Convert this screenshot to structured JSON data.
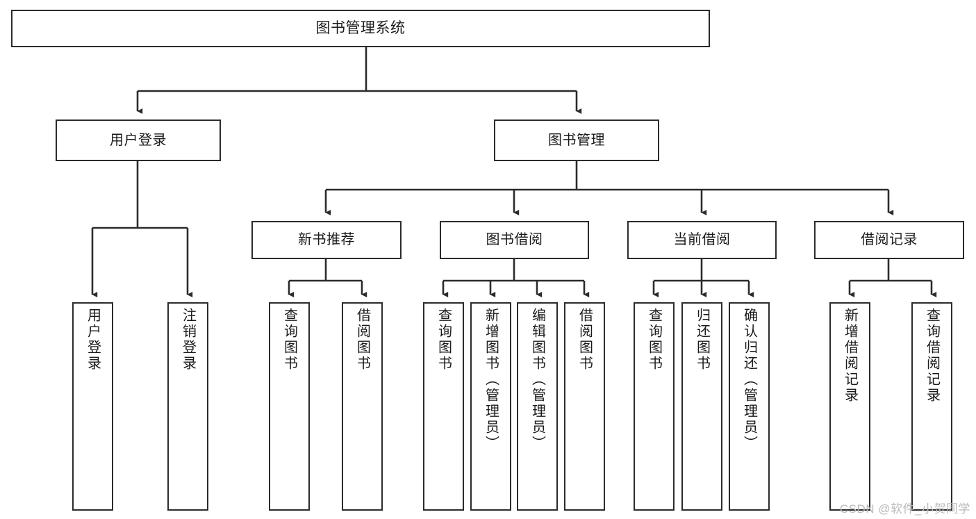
{
  "diagram": {
    "title": "图书管理系统",
    "type": "tree-hierarchy",
    "watermark": "CSDN @软件_小贺同学",
    "colors": {
      "background": "#ffffff",
      "box_border": "#2b2b2b",
      "box_fill": "#ffffff",
      "text": "#1a1a1a",
      "connector": "#2b2b2b",
      "watermark": "#b9b9b9"
    },
    "nodes": {
      "root": {
        "label": "图书管理系统"
      },
      "level2": [
        {
          "id": "user-login",
          "label": "用户登录"
        },
        {
          "id": "book-management",
          "label": "图书管理"
        }
      ],
      "level3": [
        {
          "id": "new-book-recommend",
          "label": "新书推荐"
        },
        {
          "id": "book-borrow",
          "label": "图书借阅"
        },
        {
          "id": "current-borrow",
          "label": "当前借阅"
        },
        {
          "id": "borrow-record",
          "label": "借阅记录"
        }
      ],
      "leaves": {
        "user_login": [
          {
            "id": "leaf-user-login",
            "label": "用户登录"
          },
          {
            "id": "leaf-logout-login",
            "label": "注销登录"
          }
        ],
        "new_book_recommend": [
          {
            "id": "leaf-query-book-1",
            "label": "查询图书"
          },
          {
            "id": "leaf-borrow-book-1",
            "label": "借阅图书"
          }
        ],
        "book_borrow": [
          {
            "id": "leaf-query-book-2",
            "label": "查询图书"
          },
          {
            "id": "leaf-add-book-admin",
            "label": "新增图书（管理员）"
          },
          {
            "id": "leaf-edit-book-admin",
            "label": "编辑图书（管理员）"
          },
          {
            "id": "leaf-borrow-book-2",
            "label": "借阅图书"
          }
        ],
        "current_borrow": [
          {
            "id": "leaf-query-book-3",
            "label": "查询图书"
          },
          {
            "id": "leaf-return-book",
            "label": "归还图书"
          },
          {
            "id": "leaf-confirm-return-admin",
            "label": "确认归还（管理员）"
          }
        ],
        "borrow_record": [
          {
            "id": "leaf-add-borrow-record",
            "label": "新增借阅记录"
          },
          {
            "id": "leaf-query-borrow-record",
            "label": "查询借阅记录"
          }
        ]
      }
    }
  }
}
